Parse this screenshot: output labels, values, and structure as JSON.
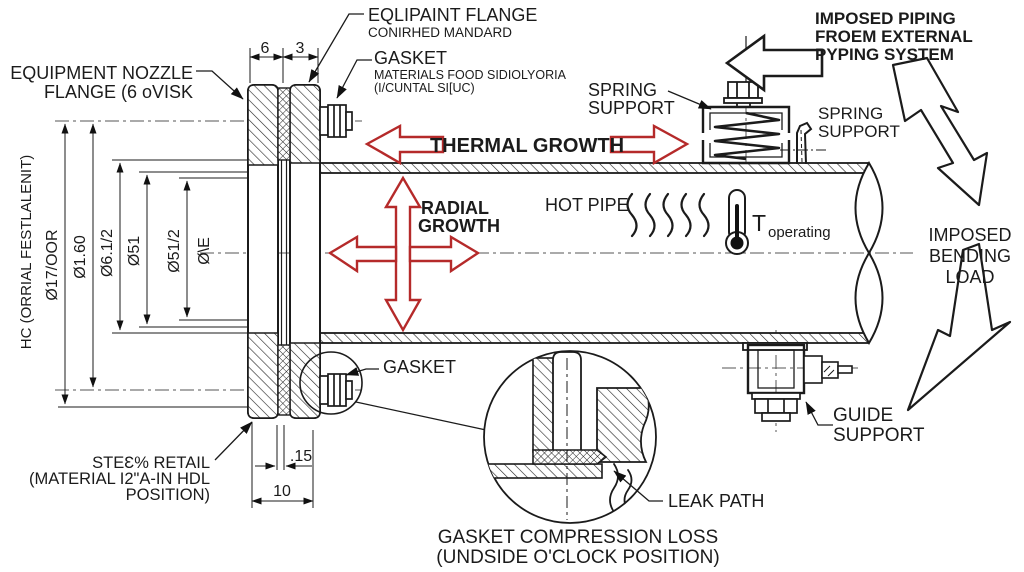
{
  "colors": {
    "accent_red": "#b52a2a",
    "ink": "#1b1b1b",
    "background": "#ffffff"
  },
  "labels": {
    "equipment_nozzle_flange": {
      "line1": "EQUIPMENT NOZZLE",
      "line2": "FLANGE (6 oVISK"
    },
    "eqlipaint_flange": {
      "line1": "EQLIPAINT FLANGE",
      "line2": "CONIRHED MANDARD"
    },
    "gasket_top": {
      "title": "GASKET",
      "line1": "MATERIALS FOOD SIDIOLYORIA",
      "line2": "(I/CUNTAL SI[UC)"
    },
    "imposed_piping": {
      "line1": "IMPOSED PIPING",
      "line2": "FROEM EXTERNAL",
      "line3": "PYPING SYSTEM"
    },
    "spring_support_left": {
      "line1": "SPRING",
      "line2": "SUPPORT"
    },
    "spring_support_right": {
      "line1": "SPRING",
      "line2": "SUPPORT"
    },
    "thermal_growth": "THERMAL GROWTH",
    "radial_growth": {
      "line1": "RADIAL",
      "line2": "GROWTH"
    },
    "hot_pipe": "HOT PIPE",
    "t_operating": {
      "symbol": "T",
      "subscript": "operating"
    },
    "imposed_bending": {
      "line1": "IMPOSED",
      "line2": "BENDING",
      "line3": "LOAD"
    },
    "guide_support": {
      "line1": "GUIDE",
      "line2": "SUPPORT"
    },
    "gasket_bottom": "GASKET",
    "leak_path": "LEAK PATH",
    "caption": {
      "line1": "GASKET COMPRESSION LOSS",
      "line2": "(UNDSIDE O'CLOCK POSITION)"
    },
    "steel_retail": {
      "line1": "STEƐ% RETAIL",
      "line2": "(MATERIAL I2\"A-IN HDL",
      "line3": "POSITION)"
    }
  },
  "dimensions": {
    "flange_left_width": "6",
    "flange_right_width": "3",
    "hub_note": "HC (ORRIAL FESTLALENIT)",
    "dia_outer": "Ø17/OOR",
    "bolt_circle": "Ø1.60",
    "dia_6_1_2": "Ø6.1/2",
    "dia_51": "Ø51",
    "dia_51_2": "Ø51/2",
    "dia_e": "Ø\\E",
    "gasket_thickness": ".15",
    "flange_total_width": "10"
  }
}
